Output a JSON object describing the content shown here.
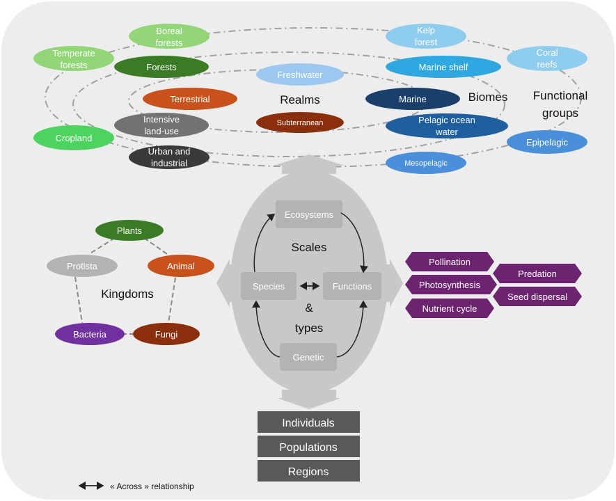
{
  "headings": {
    "realms": "Realms",
    "biomes": "Biomes",
    "functional_groups_1": "Functional",
    "functional_groups_2": "groups",
    "kingdoms": "Kingdoms",
    "scales": "Scales",
    "amp": "&",
    "types": "types"
  },
  "realms": {
    "freshwater": "Freshwater",
    "terrestrial": "Terrestrial",
    "subterranean": "Subterranean",
    "marine": "Marine"
  },
  "biomes": {
    "forests": "Forests",
    "intensive_1": "Intensive",
    "intensive_2": "land-use",
    "urban_1": "Urban and",
    "urban_2": "industrial",
    "marine_shelf": "Marine shelf",
    "pelagic_1": "Pelagic ocean",
    "pelagic_2": "water"
  },
  "functional_groups": {
    "boreal_1": "Boreal",
    "boreal_2": "forests",
    "temperate_1": "Temperate",
    "temperate_2": "forests",
    "cropland": "Cropland",
    "kelp_1": "Kelp",
    "kelp_2": "forest",
    "coral_1": "Coral",
    "coral_2": "reefs",
    "epipelagic": "Epipelagic",
    "mesopelagic": "Mesopelagic"
  },
  "kingdoms": {
    "plants": "Plants",
    "protista": "Protista",
    "animal": "Animal",
    "bacteria": "Bacteria",
    "fungi": "Fungi"
  },
  "scales": {
    "ecosystems": "Ecosystems",
    "species": "Species",
    "functions": "Functions",
    "genetic": "Genetic"
  },
  "functions": {
    "pollination": "Pollination",
    "photosynthesis": "Photosynthesis",
    "nutrient_cycle": "Nutrient cycle",
    "predation": "Predation",
    "seed_dispersal": "Seed dispersal"
  },
  "levels": {
    "individuals": "Individuals",
    "populations": "Populations",
    "regions": "Regions"
  },
  "legend": {
    "across": "« Across » relationship"
  },
  "colors": {
    "background_panel": "#ededed",
    "light_green": "#92d678",
    "mid_green": "#4cd45e",
    "dark_green": "#3a7c25",
    "orange": "#c9521c",
    "dark_brown": "#8a2e0c",
    "gray": "#727272",
    "dark_gray": "#3a3a3a",
    "light_blue": "#9cc8ef",
    "sky_blue": "#8fcdee",
    "cyan_blue": "#2fa8e2",
    "navy": "#1b3f6b",
    "ocean_blue": "#1f5f9e",
    "mid_blue": "#4a8fd9",
    "purple": "#6d2470",
    "bacteria_purple": "#7030a0",
    "level_gray": "#595959"
  }
}
